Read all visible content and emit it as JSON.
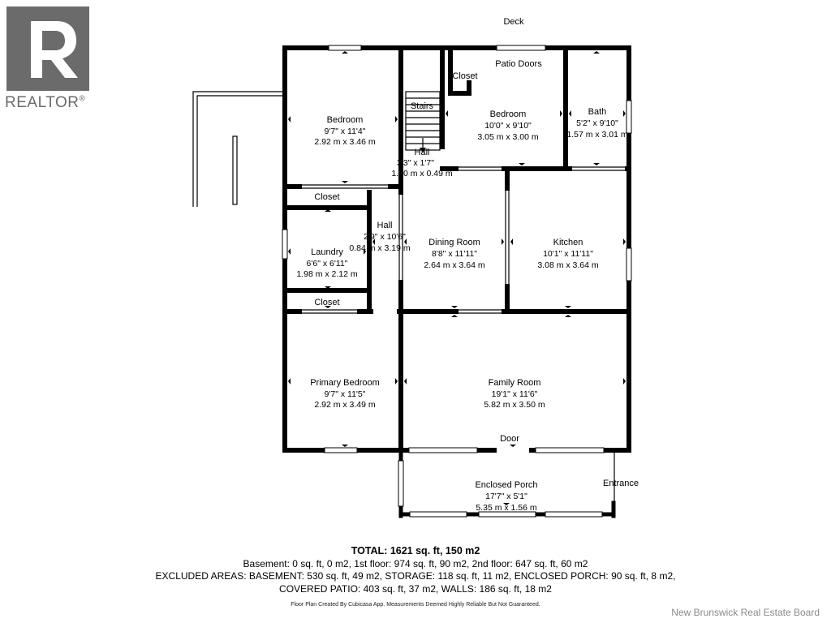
{
  "logo": {
    "text": "REALTOR",
    "registered_mark": "®",
    "icon": "realtor-r-logo-icon"
  },
  "labels": {
    "deck": "Deck",
    "patio_doors": "Patio Doors",
    "door": "Door",
    "entrance": "Entrance"
  },
  "rooms": {
    "bedroom_left": {
      "name": "Bedroom",
      "imperial": "9'7\" x 11'4\"",
      "metric": "2.92 m x 3.46 m"
    },
    "closet_top": {
      "name": "Closet"
    },
    "stairs": {
      "name": "Stairs"
    },
    "hall_top": {
      "name": "Hall",
      "imperial": "3'3\" x 1'7\"",
      "metric": "1.00 m x 0.49 m"
    },
    "bedroom_right": {
      "name": "Bedroom",
      "imperial": "10'0\" x 9'10\"",
      "metric": "3.05 m x 3.00 m"
    },
    "bath": {
      "name": "Bath",
      "imperial": "5'2\" x 9'10\"",
      "metric": "1.57 m x 3.01 m"
    },
    "closet_mid": {
      "name": "Closet"
    },
    "laundry": {
      "name": "Laundry",
      "imperial": "6'6\" x 6'11\"",
      "metric": "1.98 m x 2.12 m"
    },
    "hall_mid": {
      "name": "Hall",
      "imperial": "2'9\" x 10'6\"",
      "metric": "0.84 m x 3.19 m"
    },
    "dining_room": {
      "name": "Dining Room",
      "imperial": "8'8\" x 11'11\"",
      "metric": "2.64 m x 3.64 m"
    },
    "kitchen": {
      "name": "Kitchen",
      "imperial": "10'1\" x 11'11\"",
      "metric": "3.08 m x 3.64 m"
    },
    "closet_bottom": {
      "name": "Closet"
    },
    "primary_bedroom": {
      "name": "Primary Bedroom",
      "imperial": "9'7\" x 11'5\"",
      "metric": "2.92 m x 3.49 m"
    },
    "family_room": {
      "name": "Family Room",
      "imperial": "19'1\" x 11'6\"",
      "metric": "5.82 m x 3.50 m"
    },
    "enclosed_porch": {
      "name": "Enclosed Porch",
      "imperial": "17'7\" x 5'1\"",
      "metric": "5.35 m x 1.56 m"
    }
  },
  "summary": {
    "total": "TOTAL: 1621 sq. ft, 150 m2",
    "line1": "Basement: 0 sq. ft, 0 m2, 1st floor: 974 sq. ft, 90 m2, 2nd floor: 647 sq. ft, 60 m2",
    "line2": "EXCLUDED AREAS: BASEMENT: 530 sq. ft, 49 m2, STORAGE: 118 sq. ft, 11 m2, ENCLOSED PORCH: 90 sq. ft, 8 m2,",
    "line3": "COVERED PATIO: 403 sq. ft, 37 m2, WALLS: 186 sq. ft, 18 m2"
  },
  "disclaimer": "Floor Plan Created By Cubicasa App. Measurements Deemed Highly Reliable But Not Guaranteed.",
  "watermark": "New Brunswick Real Estate Board"
}
